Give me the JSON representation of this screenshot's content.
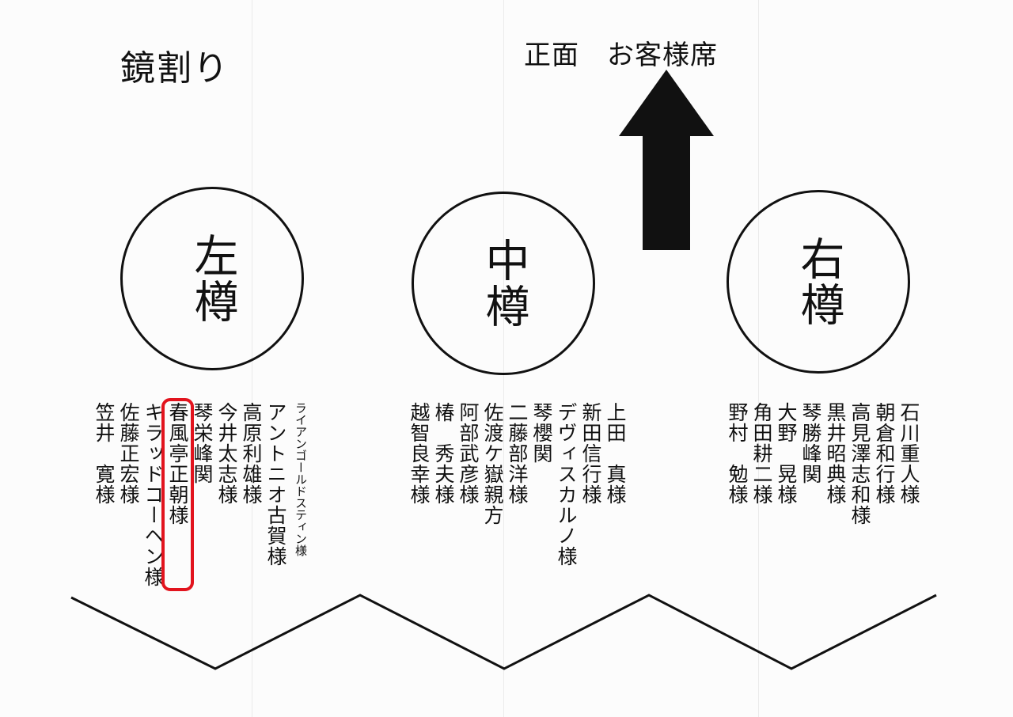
{
  "header": {
    "title": "鏡割り",
    "front_label": "正面　お客様席"
  },
  "barrels": {
    "left": {
      "label": "左樽",
      "names": [
        "ライアンゴールドスティン様",
        "アントニオ古賀様",
        "高原利雄様",
        "今井太志様",
        "琴栄峰関",
        "春風亭正朝様",
        "キラッドコーヘン様",
        "佐藤正宏様",
        "笠井　寛様"
      ]
    },
    "center": {
      "label": "中樽",
      "names": [
        "上田　真様",
        "新田信行様",
        "デヴィスカルノ様",
        "琴櫻関",
        "二藤部洋様",
        "佐渡ケ嶽親方",
        "阿部武彦様",
        "椿　秀夫様",
        "越智良幸様"
      ]
    },
    "right": {
      "label": "右樽",
      "names": [
        "石川重人様",
        "朝倉和行様",
        "高見澤志和様",
        "黒井昭典様",
        "琴勝峰関",
        "大野　晃様",
        "角田耕二様",
        "野村　勉様"
      ]
    }
  },
  "highlight": {
    "name": "春風亭正朝様",
    "color": "#e2141e"
  }
}
